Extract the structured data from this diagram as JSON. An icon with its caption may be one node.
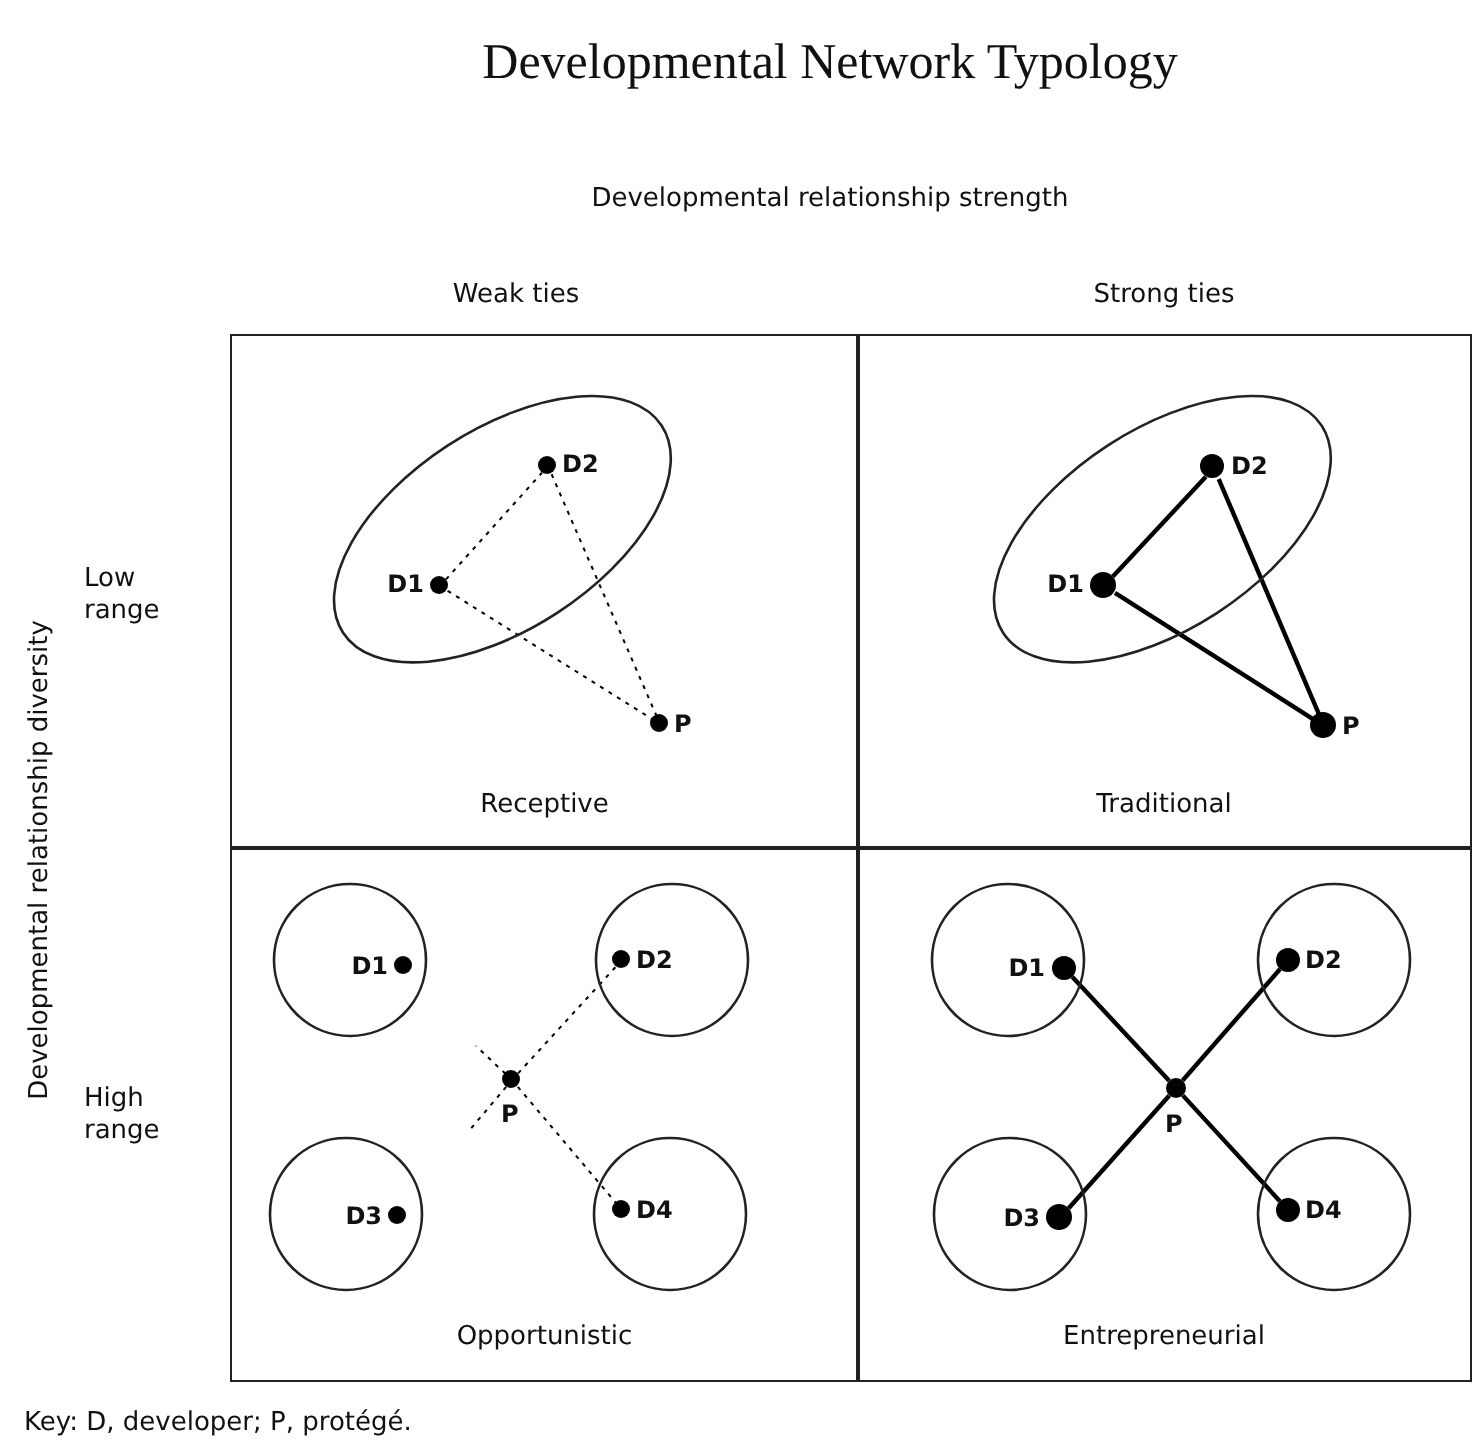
{
  "diagram": {
    "title": "Developmental Network Typology",
    "nodes": [
      {
        "text": [
          "Receptive"
        ]
      },
      {
        "text": [],
        "shape": "ellipse",
        "in": 0
      },
      {
        "text": [
          "D1"
        ],
        "in": 1
      },
      {
        "text": [
          "D2"
        ],
        "in": 1
      },
      {
        "text": [
          "P"
        ],
        "in": 0
      },
      {
        "text": [
          "Traditional"
        ]
      },
      {
        "text": [],
        "shape": "ellipse",
        "in": 5
      },
      {
        "text": [
          "D1"
        ],
        "in": 6
      },
      {
        "text": [
          "D2"
        ],
        "in": 6
      },
      {
        "text": [
          "P"
        ],
        "in": 5
      },
      {
        "text": [
          "Opportunistic"
        ]
      },
      {
        "text": [],
        "shape": "circle",
        "in": 10
      },
      {
        "text": [
          "D1"
        ],
        "in": 11
      },
      {
        "text": [],
        "shape": "circle",
        "in": 10
      },
      {
        "text": [
          "D2"
        ],
        "in": 13
      },
      {
        "text": [],
        "shape": "circle",
        "in": 10
      },
      {
        "text": [
          "D3"
        ],
        "in": 15
      },
      {
        "text": [],
        "shape": "circle",
        "in": 10
      },
      {
        "text": [
          "D4"
        ],
        "in": 17
      },
      {
        "text": [
          "P"
        ],
        "in": 10
      },
      {
        "text": [
          "Entrepreneurial"
        ]
      },
      {
        "text": [],
        "shape": "circle",
        "in": 20
      },
      {
        "text": [
          "D1"
        ],
        "in": 21
      },
      {
        "text": [],
        "shape": "circle",
        "in": 20
      },
      {
        "text": [
          "D2"
        ],
        "in": 23
      },
      {
        "text": [],
        "shape": "circle",
        "in": 20
      },
      {
        "text": [
          "D3"
        ],
        "in": 25
      },
      {
        "text": [],
        "shape": "circle",
        "in": 20
      },
      {
        "text": [
          "D4"
        ],
        "in": 27
      },
      {
        "text": [
          "P"
        ],
        "in": 20
      }
    ],
    "edges": [
      {
        "from": 2,
        "to": 3,
        "arrow": "none",
        "style": "dashed"
      },
      {
        "from": 2,
        "to": 4,
        "arrow": "none",
        "style": "dashed"
      },
      {
        "from": 3,
        "to": 4,
        "arrow": "none",
        "style": "dashed"
      },
      {
        "from": 7,
        "to": 8,
        "arrow": "none"
      },
      {
        "from": 7,
        "to": 9,
        "arrow": "none"
      },
      {
        "from": 8,
        "to": 9,
        "arrow": "none"
      },
      {
        "from": 19,
        "to": 14,
        "arrow": "none",
        "style": "dashed"
      },
      {
        "from": 19,
        "to": 18,
        "arrow": "none",
        "style": "dashed"
      },
      {
        "from": 19,
        "to": null,
        "arrow": "none",
        "style": "dashed"
      },
      {
        "from": 19,
        "to": null,
        "arrow": "none",
        "style": "dashed"
      },
      {
        "from": 29,
        "to": 22,
        "arrow": "none"
      },
      {
        "from": 29,
        "to": 24,
        "arrow": "none"
      },
      {
        "from": 29,
        "to": 26,
        "arrow": "none"
      },
      {
        "from": 29,
        "to": 28,
        "arrow": "none"
      }
    ],
    "labels": [
      "Developmental relationship strength",
      "Weak ties",
      "Strong ties",
      "Developmental relationship diversity",
      "Low range",
      "High range",
      "Key: D, developer; P, protégé."
    ]
  }
}
